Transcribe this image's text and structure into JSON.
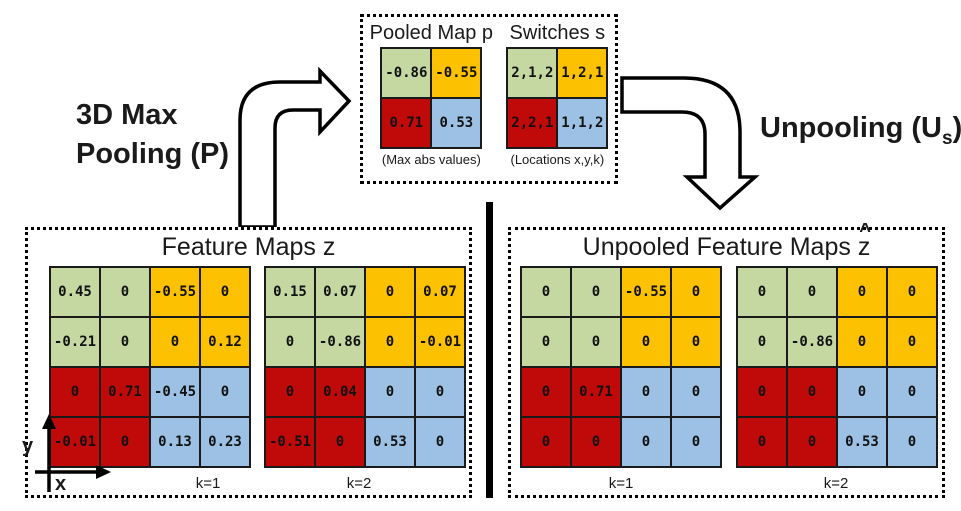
{
  "colors": {
    "green": "#c5d8a2",
    "orange": "#fcc101",
    "red": "#c00909",
    "blue": "#9cc1e4"
  },
  "pooling_arrow_label": {
    "line1": "3D Max",
    "line2": "Pooling (P)"
  },
  "unpooling_arrow_label": {
    "pre": "Unpooling (U",
    "sub": "s",
    "post": ")"
  },
  "pooled_map": {
    "title": "Pooled Map p",
    "caption": "(Max abs values)",
    "cells": [
      {
        "v": "-0.86",
        "c": "green"
      },
      {
        "v": "-0.55",
        "c": "orange"
      },
      {
        "v": "0.71",
        "c": "red"
      },
      {
        "v": "0.53",
        "c": "blue"
      }
    ]
  },
  "switches": {
    "title": "Switches  s",
    "caption": "(Locations x,y,k)",
    "cells": [
      {
        "v": "2,1,2",
        "c": "green"
      },
      {
        "v": "1,2,1",
        "c": "orange"
      },
      {
        "v": "2,2,1",
        "c": "red"
      },
      {
        "v": "1,1,2",
        "c": "blue"
      }
    ]
  },
  "feature_maps": {
    "title": "Feature Maps z",
    "axis_x": "x",
    "axis_y": "y",
    "grids": [
      {
        "label": "k=1",
        "cells": [
          {
            "v": "0.45",
            "c": "green"
          },
          {
            "v": "0",
            "c": "green"
          },
          {
            "v": "-0.55",
            "c": "orange"
          },
          {
            "v": "0",
            "c": "orange"
          },
          {
            "v": "-0.21",
            "c": "green"
          },
          {
            "v": "0",
            "c": "green"
          },
          {
            "v": "0",
            "c": "orange"
          },
          {
            "v": "0.12",
            "c": "orange"
          },
          {
            "v": "0",
            "c": "red"
          },
          {
            "v": "0.71",
            "c": "red"
          },
          {
            "v": "-0.45",
            "c": "blue"
          },
          {
            "v": "0",
            "c": "blue"
          },
          {
            "v": "-0.01",
            "c": "red"
          },
          {
            "v": "0",
            "c": "red"
          },
          {
            "v": "0.13",
            "c": "blue"
          },
          {
            "v": "0.23",
            "c": "blue"
          }
        ]
      },
      {
        "label": "k=2",
        "cells": [
          {
            "v": "0.15",
            "c": "green"
          },
          {
            "v": "0.07",
            "c": "green"
          },
          {
            "v": "0",
            "c": "orange"
          },
          {
            "v": "0.07",
            "c": "orange"
          },
          {
            "v": "0",
            "c": "green"
          },
          {
            "v": "-0.86",
            "c": "green"
          },
          {
            "v": "0",
            "c": "orange"
          },
          {
            "v": "-0.01",
            "c": "orange"
          },
          {
            "v": "0",
            "c": "red"
          },
          {
            "v": "0.04",
            "c": "red"
          },
          {
            "v": "0",
            "c": "blue"
          },
          {
            "v": "0",
            "c": "blue"
          },
          {
            "v": "-0.51",
            "c": "red"
          },
          {
            "v": "0",
            "c": "red"
          },
          {
            "v": "0.53",
            "c": "blue"
          },
          {
            "v": "0",
            "c": "blue"
          }
        ]
      }
    ]
  },
  "unpooled_maps": {
    "title_prefix": "Unpooled Feature Maps ",
    "hat": "^",
    "hat_letter": "z",
    "grids": [
      {
        "label": "k=1",
        "cells": [
          {
            "v": "0",
            "c": "green"
          },
          {
            "v": "0",
            "c": "green"
          },
          {
            "v": "-0.55",
            "c": "orange"
          },
          {
            "v": "0",
            "c": "orange"
          },
          {
            "v": "0",
            "c": "green"
          },
          {
            "v": "0",
            "c": "green"
          },
          {
            "v": "0",
            "c": "orange"
          },
          {
            "v": "0",
            "c": "orange"
          },
          {
            "v": "0",
            "c": "red"
          },
          {
            "v": "0.71",
            "c": "red"
          },
          {
            "v": "0",
            "c": "blue"
          },
          {
            "v": "0",
            "c": "blue"
          },
          {
            "v": "0",
            "c": "red"
          },
          {
            "v": "0",
            "c": "red"
          },
          {
            "v": "0",
            "c": "blue"
          },
          {
            "v": "0",
            "c": "blue"
          }
        ]
      },
      {
        "label": "k=2",
        "cells": [
          {
            "v": "0",
            "c": "green"
          },
          {
            "v": "0",
            "c": "green"
          },
          {
            "v": "0",
            "c": "orange"
          },
          {
            "v": "0",
            "c": "orange"
          },
          {
            "v": "0",
            "c": "green"
          },
          {
            "v": "-0.86",
            "c": "green"
          },
          {
            "v": "0",
            "c": "orange"
          },
          {
            "v": "0",
            "c": "orange"
          },
          {
            "v": "0",
            "c": "red"
          },
          {
            "v": "0",
            "c": "red"
          },
          {
            "v": "0",
            "c": "blue"
          },
          {
            "v": "0",
            "c": "blue"
          },
          {
            "v": "0",
            "c": "red"
          },
          {
            "v": "0",
            "c": "red"
          },
          {
            "v": "0.53",
            "c": "blue"
          },
          {
            "v": "0",
            "c": "blue"
          }
        ]
      }
    ]
  }
}
